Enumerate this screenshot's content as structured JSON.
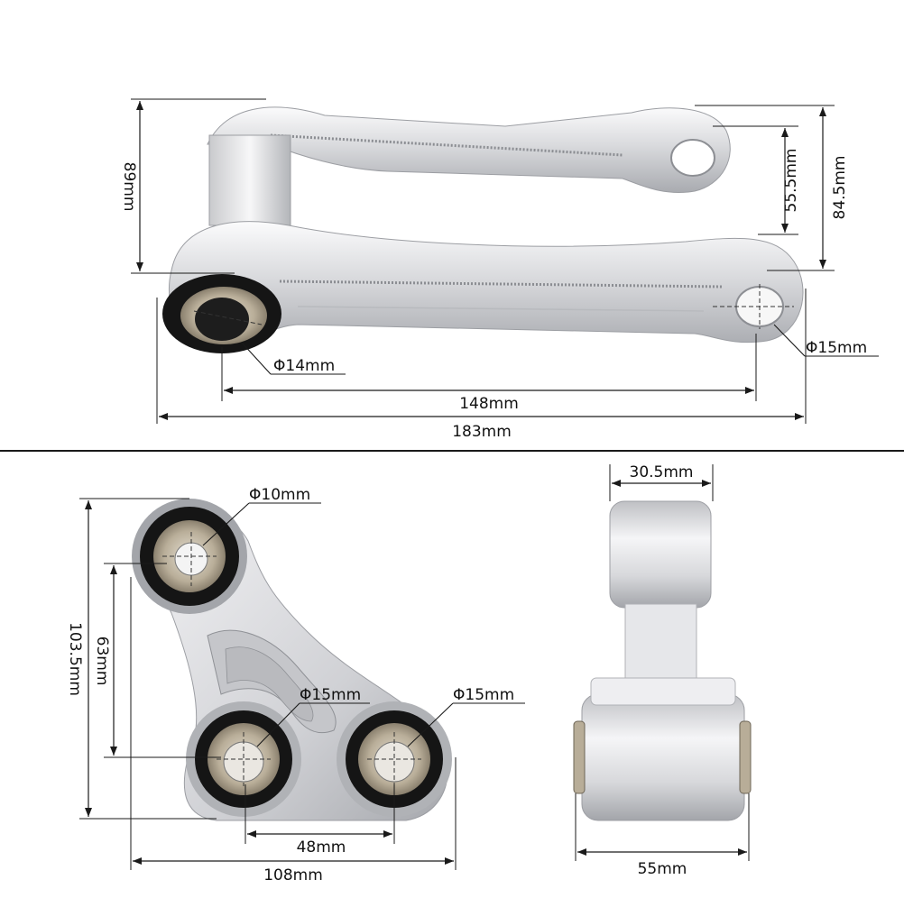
{
  "colors": {
    "metal_light": "#f4f4f6",
    "metal_mid": "#d6d7db",
    "metal_dark": "#9fa1a6",
    "bearing_black": "#151515",
    "bearing_inner": "#b8ad98",
    "line": "#1a1a1a"
  },
  "top_view": {
    "height_left": "89mm",
    "height_right_inner": "55.5mm",
    "height_right_outer": "84.5mm",
    "bore_left": "Φ14mm",
    "bore_right": "Φ15mm",
    "center_distance": "148mm",
    "overall_length": "183mm"
  },
  "front_view": {
    "bore_top": "Φ10mm",
    "bore_bottom_left": "Φ15mm",
    "bore_bottom_right": "Φ15mm",
    "overall_height": "103.5mm",
    "vertical_center_distance": "63mm",
    "horizontal_center_distance": "48mm",
    "overall_width": "108mm"
  },
  "side_view": {
    "top_width": "30.5mm",
    "bottom_width": "55mm"
  }
}
